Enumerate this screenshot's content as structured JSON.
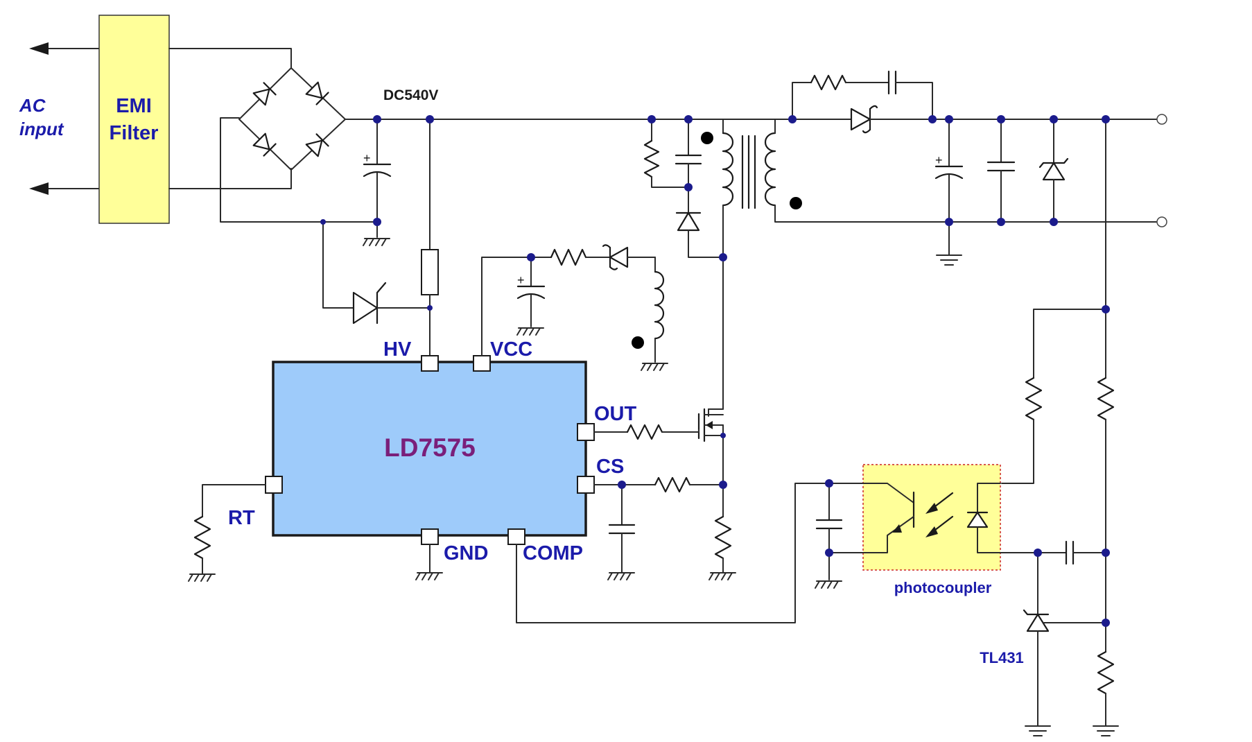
{
  "input_label": {
    "line1": "AC",
    "line2": "input"
  },
  "emi_filter": {
    "line1": "EMI",
    "line2": "Filter"
  },
  "dc_bus_label": "DC540V",
  "ic": {
    "name": "LD7575",
    "pins": {
      "hv": "HV",
      "vcc": "VCC",
      "out": "OUT",
      "cs": "CS",
      "rt": "RT",
      "gnd": "GND",
      "comp": "COMP"
    }
  },
  "photocoupler_label": "photocoupler",
  "tl431_label": "TL431",
  "colors": {
    "ic_fill": "#9ecbfa",
    "emi_fill": "#ffff99",
    "photocoupler_fill": "#ffff99",
    "photocoupler_border": "#cc2222",
    "label_blue": "#1b1baa",
    "ic_name": "#7a1f7a",
    "node": "#1b1b8c"
  }
}
